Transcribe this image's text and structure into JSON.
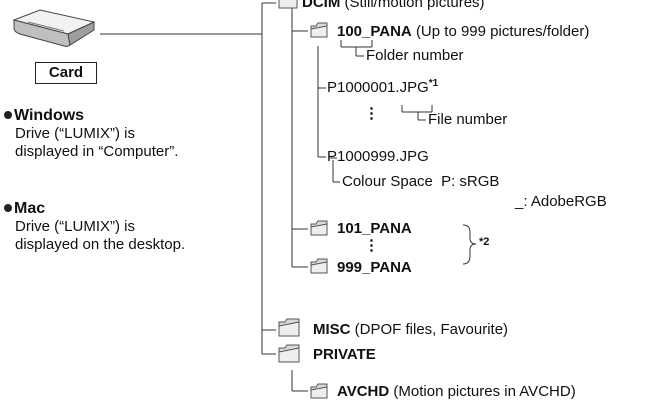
{
  "card_device": {
    "label": "Card",
    "icon": "card-reader-icon"
  },
  "os_notes": [
    {
      "heading": "Windows",
      "lines": [
        "Drive (“LUMIX”) is",
        "displayed in “Computer”."
      ]
    },
    {
      "heading": "Mac",
      "lines": [
        "Drive (“LUMIX”) is",
        "displayed on the desktop."
      ]
    }
  ],
  "tree": {
    "dcim": {
      "name": "DCIM",
      "desc": "(Still/motion pictures)"
    },
    "folder100": {
      "name": "100_PANA",
      "desc": "(Up to 999 pictures/folder)"
    },
    "folder_number_label": "Folder number",
    "file_first": {
      "prefix": "P1000001.JPG",
      "note": "*1"
    },
    "file_number_label": "File number",
    "vertical_ellipsis": "⋮",
    "file_last": "P1000999.JPG",
    "colour_space": {
      "label": "Colour Space",
      "srgb": "P: sRGB",
      "adobe": "_: AdobeRGB"
    },
    "folder101": "101_PANA",
    "folder999": "999_PANA",
    "folders_note": "*2",
    "misc": {
      "name": "MISC",
      "desc": "(DPOF files, Favourite)"
    },
    "private": {
      "name": "PRIVATE"
    },
    "avchd": {
      "name": "AVCHD",
      "desc": "(Motion pictures in AVCHD)"
    }
  },
  "colors": {
    "line": "#333333",
    "folder_fill": "#d9d9d9",
    "folder_stroke": "#555555",
    "card_body": "#cfcfcf"
  }
}
